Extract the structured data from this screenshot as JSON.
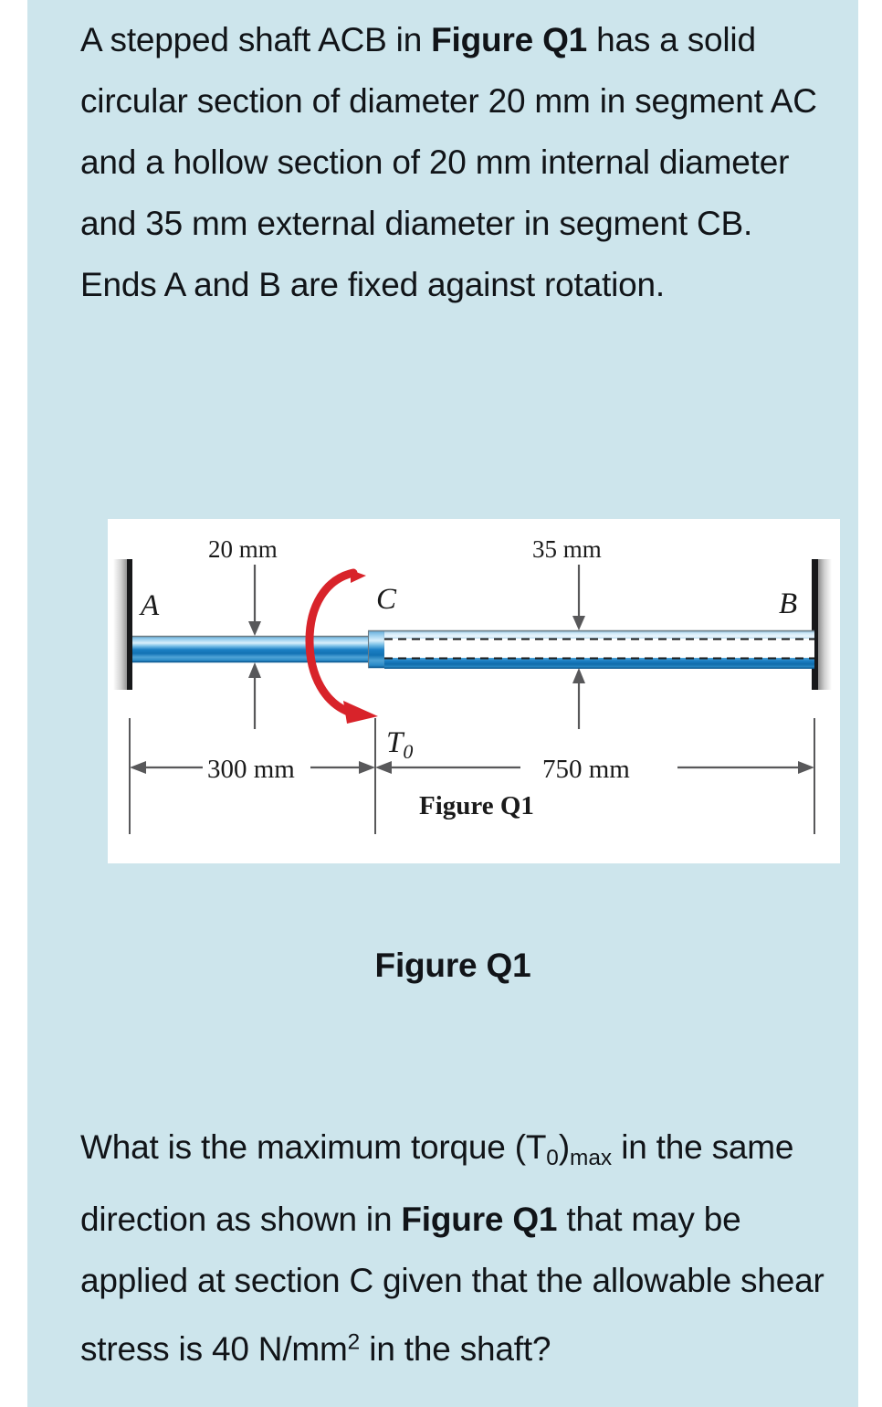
{
  "page": {
    "background_color": "#cde5ec",
    "text_color": "#111418",
    "outer_background": "#ffffff"
  },
  "intro": {
    "segments": [
      {
        "text": "A stepped shaft ACB in ",
        "bold": false
      },
      {
        "text": "Figure Q1",
        "bold": true
      },
      {
        "text": " has a solid circular section of diameter 20 mm in segment AC and a hollow section of 20 mm internal diameter and 35 mm external diameter in segment CB. Ends A and B are fixed against rotation.",
        "bold": false
      }
    ],
    "plain": "A stepped shaft ACB in Figure Q1 has a solid circular section of diameter 20 mm in segment AC and a hollow section of 20 mm internal diameter and 35 mm external diameter in segment CB. Ends A and B are fixed against rotation."
  },
  "figure_caption": "Figure Q1",
  "question": {
    "plain": "What is the maximum torque (T0)max in the same direction as shown in Figure Q1 that may be applied at section C given that the allowable shear stress is 40 N/mm2 in the shaft?"
  },
  "figure": {
    "caption": "Figure Q1",
    "background_color": "#ffffff",
    "shaft_color": "#1b7fc4",
    "shaft_highlight_color": "#bfe2f5",
    "torque_arrow_color": "#d8232a",
    "support_color": "#1a1a1a",
    "dimension_line_color": "#58585a",
    "labels": {
      "support_left": "A",
      "section_middle": "C",
      "support_right": "B",
      "torque_symbol": "T",
      "torque_subscript": "0",
      "diameter_left": "20 mm",
      "diameter_right": "35 mm",
      "length_left": "300 mm",
      "length_right": "750 mm",
      "caption": "Figure Q1"
    }
  },
  "chart_data": {
    "type": "diagram",
    "title": "Figure Q1",
    "description": "Stepped shaft ACB fixed at both ends A and B, with torque T0 applied at section C",
    "segments": [
      {
        "name": "AC",
        "length_mm": 300,
        "section": "solid",
        "diameter_mm": 20
      },
      {
        "name": "CB",
        "length_mm": 750,
        "section": "hollow",
        "internal_diameter_mm": 20,
        "external_diameter_mm": 35
      }
    ],
    "annotations": [
      {
        "label": "20 mm",
        "refers_to": "AC outer diameter"
      },
      {
        "label": "35 mm",
        "refers_to": "CB external diameter"
      },
      {
        "label": "300 mm",
        "refers_to": "length AC"
      },
      {
        "label": "750 mm",
        "refers_to": "length CB"
      },
      {
        "label": "T0",
        "refers_to": "applied torque at C"
      }
    ],
    "given": {
      "allowable_shear_stress_N_per_mm2": 40
    }
  }
}
